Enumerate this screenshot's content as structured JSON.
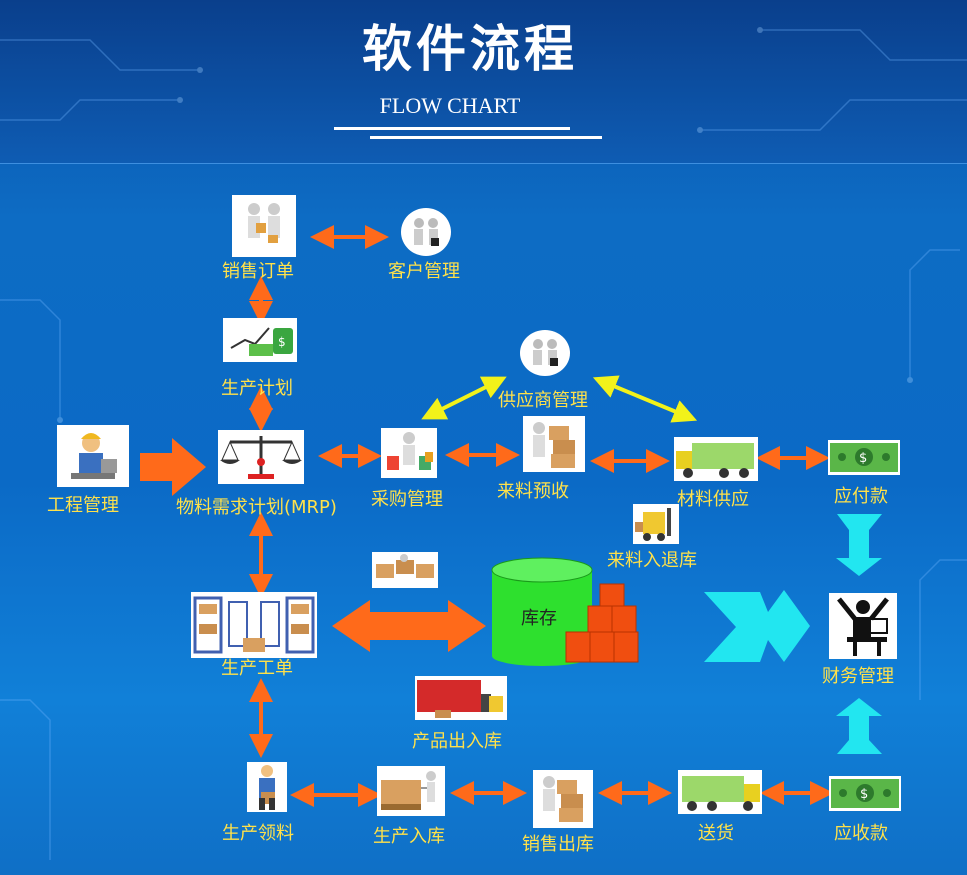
{
  "header": {
    "title": "软件流程",
    "subtitle": "FLOW CHART"
  },
  "nodes": {
    "sales_order": "销售订单",
    "customer_mgmt": "客户管理",
    "production_plan": "生产计划",
    "supplier_mgmt": "供应商管理",
    "engineering_mgmt": "工程管理",
    "mrp": "物料需求计划(MRP)",
    "purchase_mgmt": "采购管理",
    "material_receipt": "来料预收",
    "material_supply": "材料供应",
    "payable": "应付款",
    "material_in_return": "来料入退库",
    "work_order": "生产工单",
    "inventory": "库存",
    "finance_mgmt": "财务管理",
    "product_in_out": "产品出入库",
    "production_picking": "生产领料",
    "production_in": "生产入库",
    "sales_out": "销售出库",
    "delivery": "送货",
    "receivable": "应收款"
  },
  "colors": {
    "label": "#ffe14a",
    "arrow": "#ff6a1a",
    "supplier_arrow": "#f2f21a",
    "finance_arrow": "#22e6f0",
    "inventory_cylinder": "#2ee02e",
    "background": "#0d6cc4"
  }
}
